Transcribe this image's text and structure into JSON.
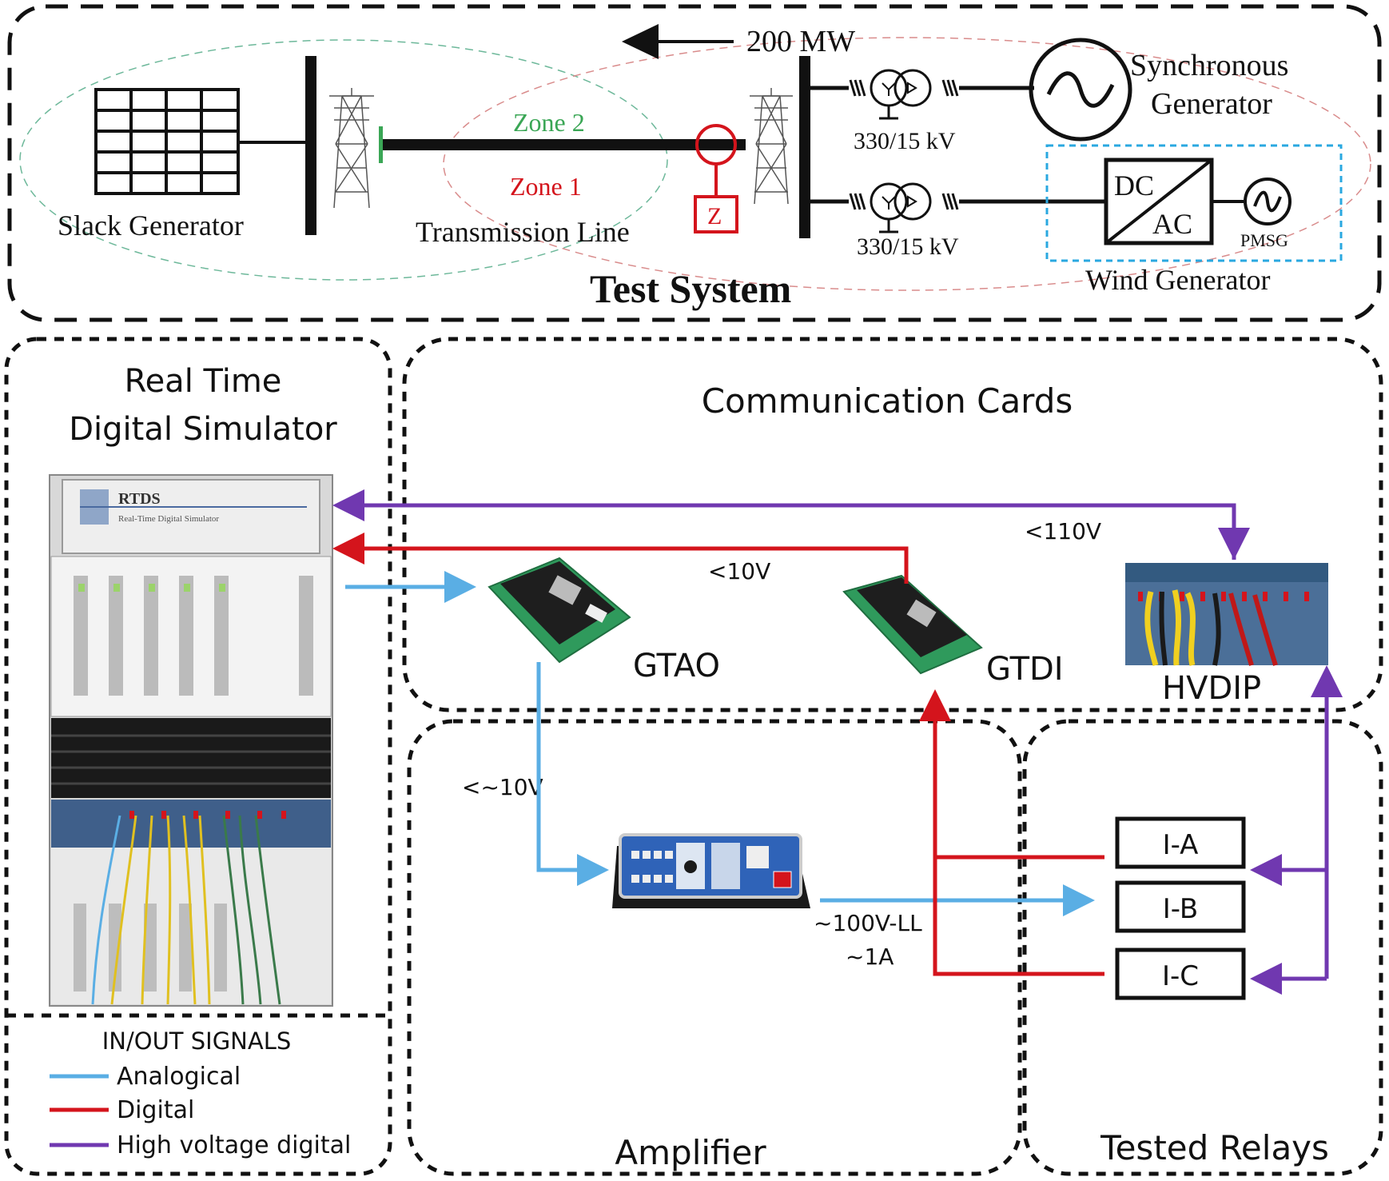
{
  "colors": {
    "analog": "#5aaee4",
    "digital": "#d4141c",
    "high_voltage": "#7038b0",
    "zone1": "#d9534f",
    "zone2": "#3aa655",
    "wind_box": "#2aa8e0"
  },
  "test_system": {
    "title": "Test System",
    "power_flow": "200 MW",
    "slack_generator": "Slack Generator",
    "transmission_line": "Transmission Line",
    "zone1": "Zone 1",
    "zone2": "Zone 2",
    "relay_symbol": "Z",
    "transformer_top": "330/15 kV",
    "transformer_bottom": "330/15 kV",
    "sync_gen_line1": "Synchronous",
    "sync_gen_line2": "Generator",
    "converter_dc": "DC",
    "converter_ac": "AC",
    "pmsg": "PMSG",
    "wind_generator": "Wind Generator"
  },
  "rtds": {
    "title_line1": "Real Time",
    "title_line2": "Digital Simulator",
    "brand": "RTDS",
    "brand_sub": "Real-Time Digital Simulator"
  },
  "communication": {
    "title": "Communication Cards",
    "gtao": "GTAO",
    "gtdi": "GTDI",
    "hvdip": "HVDIP",
    "sig_110": "<110V",
    "sig_10": "<10V",
    "sig_amp_in": "<~10V"
  },
  "amplifier": {
    "title": "Amplifier",
    "out_voltage": "~100V-LL",
    "out_current": "~1A"
  },
  "relays": {
    "title": "Tested Relays",
    "items": [
      "I-A",
      "I-B",
      "I-C"
    ]
  },
  "legend": {
    "title": "IN/OUT SIGNALS",
    "items": [
      "Analogical",
      "Digital",
      "High voltage digital"
    ]
  }
}
